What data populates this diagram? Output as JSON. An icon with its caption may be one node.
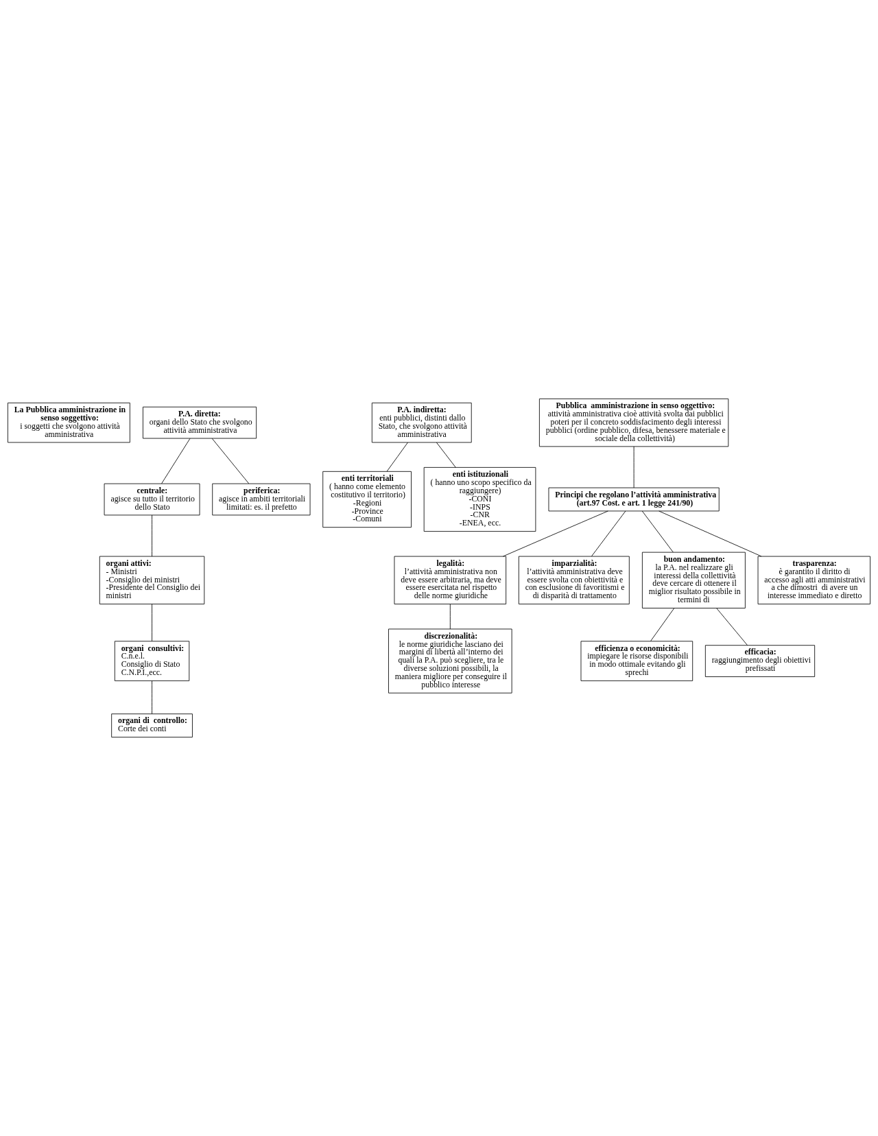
{
  "diagram": {
    "nodes": [
      {
        "text": [
          "La Pubblica amministrazione in senso soggettivo:",
          "i soggetti che svolgono attività amministrativa"
        ]
      },
      {
        "text": [
          "P.A. diretta:",
          "organi dello Stato che svolgono attività amministrativa"
        ]
      },
      {
        "text": [
          "P.A. indiretta:",
          "enti pubblici, distinti dallo Stato, che svolgono attività amministrativa"
        ]
      },
      {
        "text": [
          "centrale:",
          "agisce su tutto il territorio dello Stato"
        ]
      },
      {
        "text": [
          "periferica:",
          "agisce in ambiti territoriali limitati: es. il prefetto"
        ]
      },
      {
        "text": [
          "organi attivi:",
          "- Ministri",
          "-Consiglio dei ministri",
          "-Presidente del Consiglio dei ministri"
        ]
      },
      {
        "text": [
          "enti territoriali",
          "( hanno come elemento costitutivo il territorio)",
          "-Regioni",
          "-Province",
          "-Comuni"
        ]
      },
      {
        "text": [
          "enti istituzionali",
          "( hanno uno scopo specifico da raggiungere)",
          "-CONI",
          "-INPS",
          "-CNR",
          "-ENEA, ecc."
        ]
      },
      {
        "text": [
          "organi  consultivi:",
          "C.n.e.l.",
          "Consiglio di Stato",
          "C.N.P.I.,ecc."
        ]
      },
      {
        "text": [
          "organi di  controllo:",
          "Corte dei conti"
        ]
      },
      {
        "text": [
          "Pubblica  amministrazione in senso oggettivo:",
          "attività amministrativa cioè attività svolta dai pubblici poteri per il concreto soddisfacimento degli interessi pubblici (ordine pubblico, difesa, benessere materiale e sociale della collettività)"
        ]
      },
      {
        "text": [
          "Principi che regolano l’attività amministrativa (art.97 Cost. e art. 1 legge 241/90)"
        ]
      },
      {
        "text": [
          "legalità:",
          "l’attività amministrativa non deve essere arbitraria, ma deve essere esercitata nel rispetto delle norme giuridiche"
        ]
      },
      {
        "text": [
          "imparzialità:",
          "l’attività amministrativa deve essere svolta con obiettività e con esclusione di favoritismi e di disparità di trattamento"
        ]
      },
      {
        "text": [
          "buon andamento:",
          "la P.A. nel realizzare gli interessi della collettività deve cercare di ottenere il miglior risultato possibile in termini di"
        ]
      },
      {
        "text": [
          "discrezionalità:",
          "le norme giuridiche lasciano dei margini di libertà all’interno dei quali la P.A. può scegliere, tra le diverse soluzioni possibili, la maniera migliore per conseguire il pubblico interesse"
        ]
      },
      {
        "text": [
          "trasparenza:",
          "è garantito il diritto di accesso agli atti amministrativi a che dimostri  di avere un interesse immediato e diretto"
        ]
      },
      {
        "text": [
          "efficienza o economicità:",
          "impiegare le risorse disponibili in modo ottimale evitando gli sprechi"
        ]
      },
      {
        "text": [
          "efficacia:",
          "raggiungimento degli obiettivi prefissati"
        ]
      }
    ],
    "edges": [
      {
        "from": 1,
        "to": 3,
        "arrow": "none"
      },
      {
        "from": 1,
        "to": 4,
        "arrow": "none"
      },
      {
        "from": 2,
        "to": 6,
        "arrow": "none"
      },
      {
        "from": 2,
        "to": 7,
        "arrow": "none"
      },
      {
        "from": 3,
        "to": 5,
        "arrow": "none"
      },
      {
        "from": 5,
        "to": 8,
        "arrow": "none"
      },
      {
        "from": 8,
        "to": 9,
        "arrow": "none"
      },
      {
        "from": 10,
        "to": 11,
        "arrow": "none"
      },
      {
        "from": 11,
        "to": 12,
        "arrow": "none"
      },
      {
        "from": 11,
        "to": 13,
        "arrow": "none"
      },
      {
        "from": 11,
        "to": 16,
        "arrow": "none"
      },
      {
        "from": 11,
        "to": 14,
        "arrow": "none"
      },
      {
        "from": 12,
        "to": 15,
        "arrow": "none"
      },
      {
        "from": 14,
        "to": 17,
        "arrow": "none"
      },
      {
        "from": 14,
        "to": 18,
        "arrow": "none"
      }
    ]
  }
}
